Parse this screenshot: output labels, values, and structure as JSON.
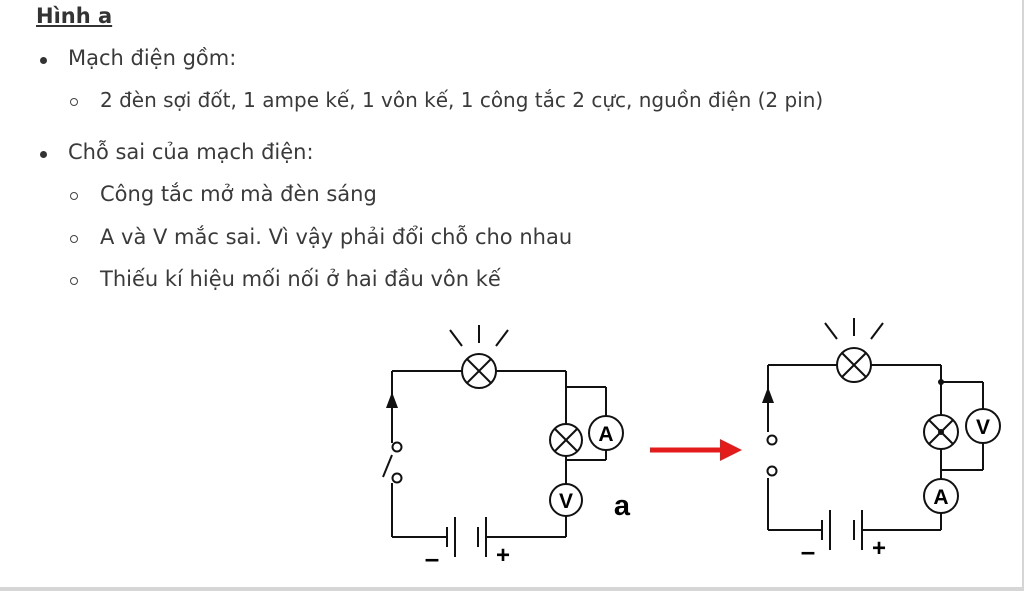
{
  "heading": "Hình a",
  "sections": [
    {
      "label": "Mạch điện gồm:",
      "items": [
        "2 đèn sợi đốt, 1 ampe kế, 1 vôn kế, 1 công tắc 2 cực, nguồn điện (2 pin)"
      ]
    },
    {
      "label": "Chỗ sai của mạch điện:",
      "items": [
        "Công tắc mở mà đèn sáng",
        "A và V mắc sai. Vì vậy phải đổi chỗ cho nhau",
        "Thiếu kí hiệu mối nối ở hai đầu vôn kế"
      ]
    }
  ],
  "diagram": {
    "ammeter_symbol": "A",
    "voltmeter_symbol": "V",
    "figure_label": "a",
    "minus_sign": "–",
    "plus_sign": "+",
    "arrow_color": "#e31b1b"
  }
}
